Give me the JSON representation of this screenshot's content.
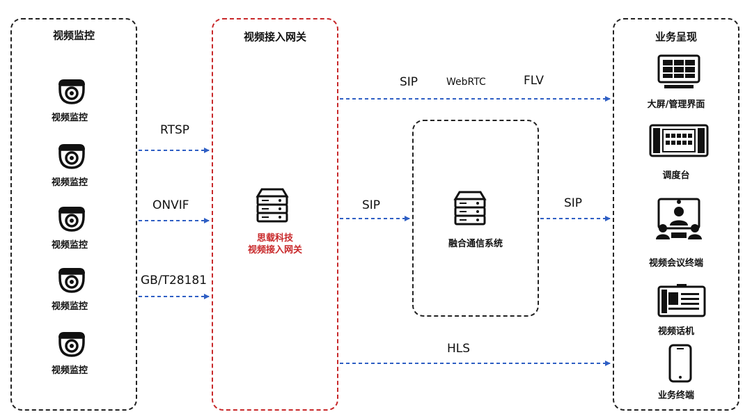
{
  "left_panel": {
    "title": "视频监控",
    "cameras": [
      "视频监控",
      "视频监控",
      "视频监控",
      "视频监控",
      "视频监控"
    ]
  },
  "gateway_panel": {
    "title": "视频接入网关",
    "server_label_line1": "思载科技",
    "server_label_line2": "视频接入网关"
  },
  "fusion_panel": {
    "label": "融合通信系统"
  },
  "right_panel": {
    "title": "业务呈现",
    "items": [
      "大屏/管理界面",
      "调度台",
      "视频会议终端",
      "视频话机",
      "业务终端"
    ]
  },
  "protocols": {
    "rtsp": "RTSP",
    "onvif": "ONVIF",
    "gb": "GB/T28181",
    "sip_top": "SIP",
    "webrtc": "WebRTC",
    "flv": "FLV",
    "sip_mid_left": "SIP",
    "sip_mid_right": "SIP",
    "hls": "HLS"
  },
  "colors": {
    "arrow": "#2f5fc4",
    "gateway_border": "#c8282a",
    "gateway_text": "#c8282a"
  }
}
